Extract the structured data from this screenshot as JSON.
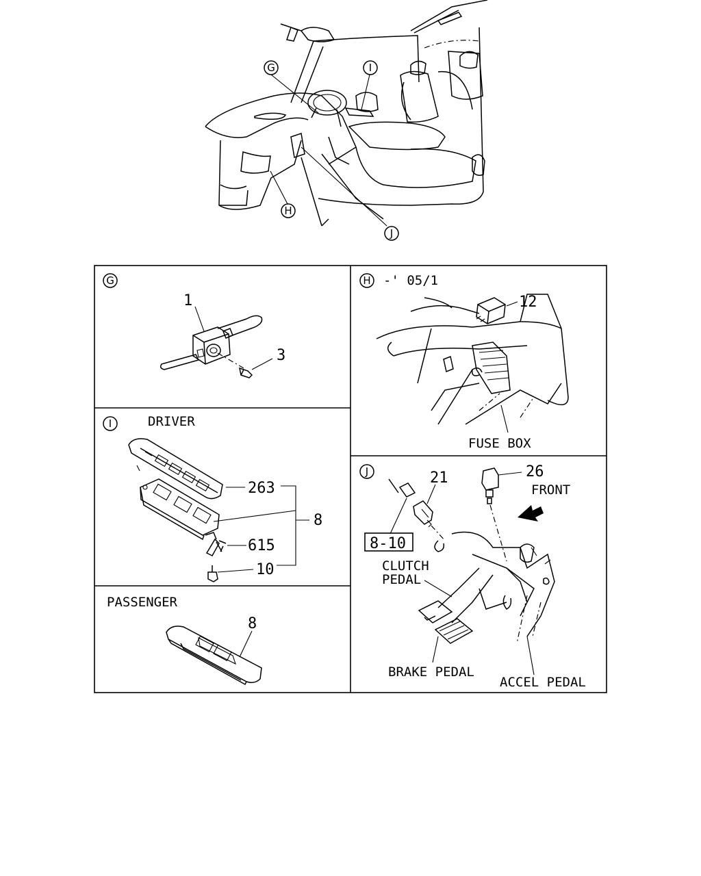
{
  "overview": {
    "callouts": [
      "G",
      "I",
      "H",
      "J"
    ]
  },
  "panels": {
    "g": {
      "id": "G",
      "parts": [
        "1",
        "3"
      ]
    },
    "h": {
      "id": "H",
      "note": "-' 05/1",
      "parts": [
        "12"
      ],
      "fuse_box_label": "FUSE BOX"
    },
    "i": {
      "id": "I",
      "driver_label": "DRIVER",
      "parts": [
        "263",
        "615",
        "10",
        "8"
      ],
      "passenger_label": "PASSENGER",
      "passenger_part": "8"
    },
    "j": {
      "id": "J",
      "parts": [
        "21",
        "26"
      ],
      "boxed_part": "8-10",
      "front_label": "FRONT",
      "clutch_label_1": "CLUTCH",
      "clutch_label_2": "PEDAL",
      "brake_label": "BRAKE PEDAL",
      "accel_label": "ACCEL PEDAL"
    }
  }
}
